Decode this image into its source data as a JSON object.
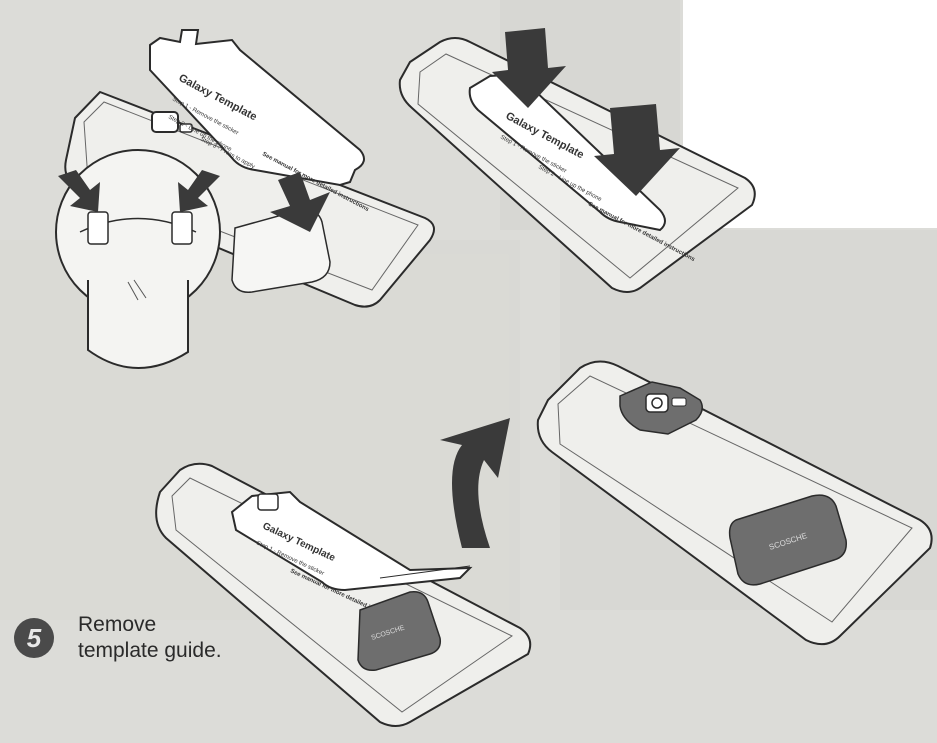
{
  "step": {
    "number": "5",
    "caption_line1": "Remove",
    "caption_line2": "template guide."
  },
  "template": {
    "title": "Galaxy Template",
    "step1": "Step 1 - Remove the sticker",
    "step2": "Step 2 - Line up the phone",
    "step3": "Step 3 - Press to apply",
    "manual": "See manual for more detailed instructions"
  },
  "pad_logo": "SCOSCHE",
  "colors": {
    "background": "#dcdcd8",
    "line": "#2b2b2b",
    "phone_fill": "#eeeeec",
    "arrow": "#3a3a3a",
    "pad": "#6e6e6e"
  }
}
